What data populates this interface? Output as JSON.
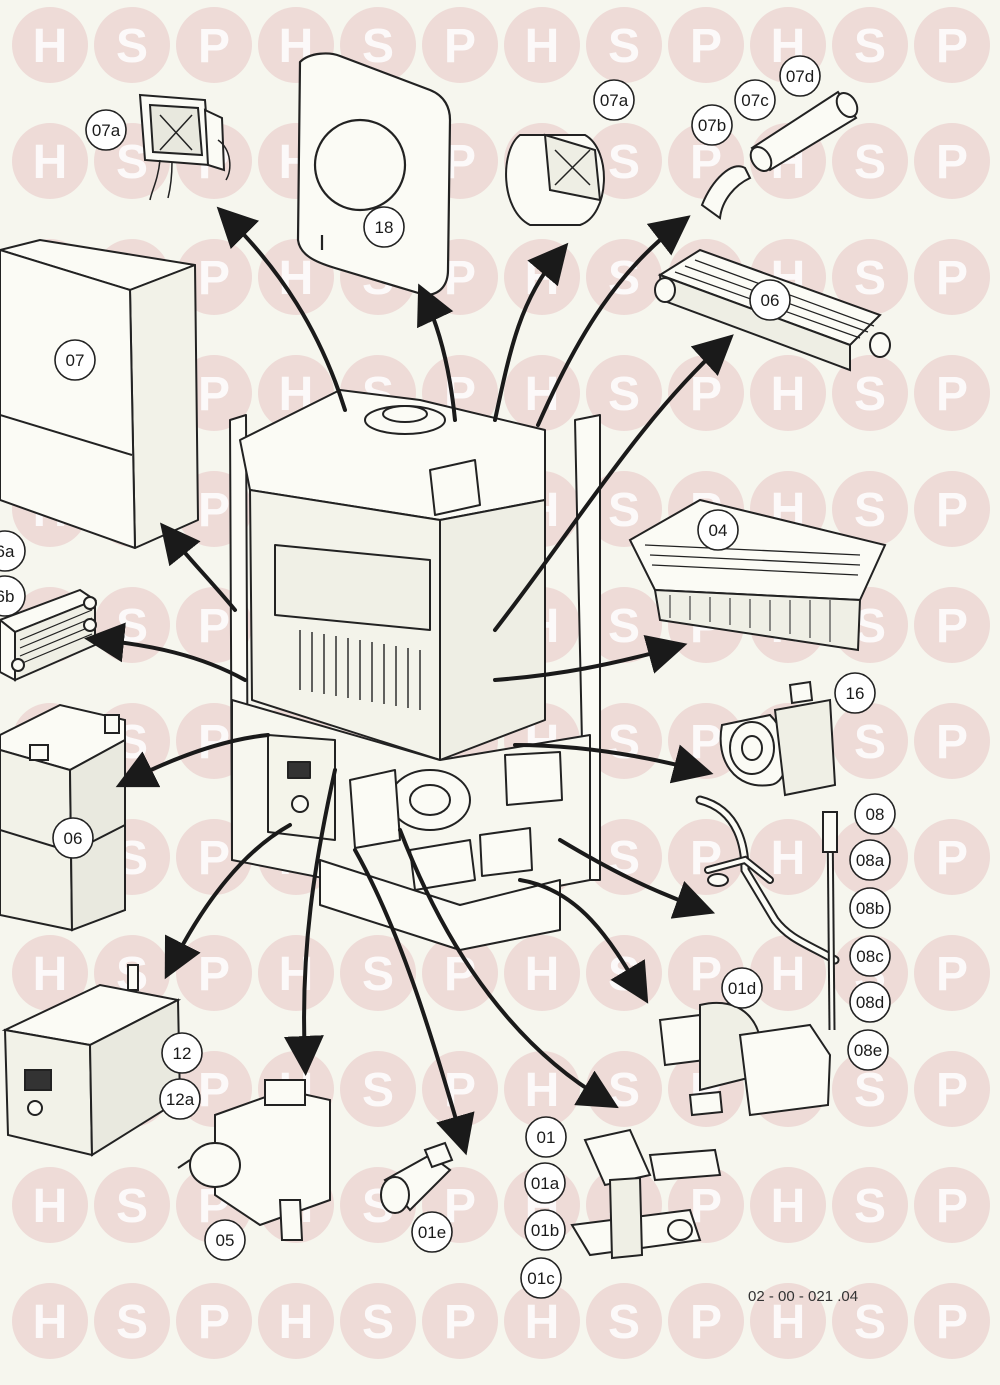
{
  "watermark": {
    "letters": [
      "H",
      "S",
      "P"
    ],
    "color": "#e7c4c4"
  },
  "callouts": [
    {
      "id": "c07a_l",
      "text": "07a"
    },
    {
      "id": "c18",
      "text": "18"
    },
    {
      "id": "c07a_r",
      "text": "07a"
    },
    {
      "id": "c07b",
      "text": "07b"
    },
    {
      "id": "c07c",
      "text": "07c"
    },
    {
      "id": "c07d",
      "text": "07d"
    },
    {
      "id": "c07",
      "text": "07"
    },
    {
      "id": "c06_top",
      "text": "06"
    },
    {
      "id": "c04",
      "text": "04"
    },
    {
      "id": "c6a",
      "text": "6a"
    },
    {
      "id": "c6b",
      "text": "6b"
    },
    {
      "id": "c16",
      "text": "16"
    },
    {
      "id": "c06_left",
      "text": "06"
    },
    {
      "id": "c08",
      "text": "08"
    },
    {
      "id": "c08a",
      "text": "08a"
    },
    {
      "id": "c08b",
      "text": "08b"
    },
    {
      "id": "c08c",
      "text": "08c"
    },
    {
      "id": "c08d",
      "text": "08d"
    },
    {
      "id": "c08e",
      "text": "08e"
    },
    {
      "id": "c01d",
      "text": "01d"
    },
    {
      "id": "c12",
      "text": "12"
    },
    {
      "id": "c12a",
      "text": "12a"
    },
    {
      "id": "c05",
      "text": "05"
    },
    {
      "id": "c01e",
      "text": "01e"
    },
    {
      "id": "c01",
      "text": "01"
    },
    {
      "id": "c01a",
      "text": "01a"
    },
    {
      "id": "c01b",
      "text": "01b"
    },
    {
      "id": "c01c",
      "text": "01c"
    }
  ],
  "reference": "02 - 00 - 021 .04"
}
